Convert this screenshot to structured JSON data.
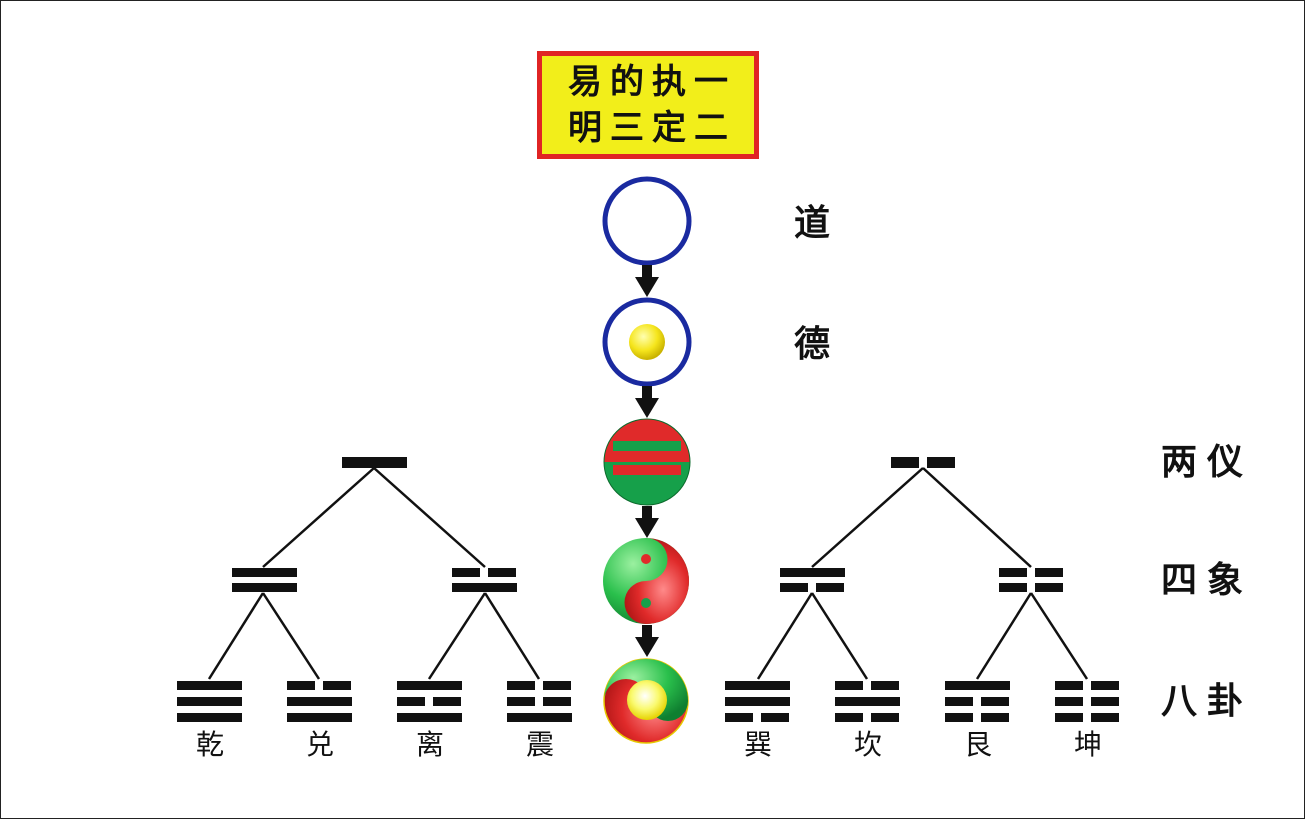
{
  "title": {
    "lines": [
      "易的执一",
      "明三定二"
    ]
  },
  "stages": [
    {
      "label": "道"
    },
    {
      "label": "德"
    },
    {
      "label": "两仪"
    },
    {
      "label": "四象"
    },
    {
      "label": "八卦"
    }
  ],
  "trigrams": [
    {
      "name": "乾"
    },
    {
      "name": "兑"
    },
    {
      "name": "离"
    },
    {
      "name": "震"
    },
    {
      "name": "巽"
    },
    {
      "name": "坎"
    },
    {
      "name": "艮"
    },
    {
      "name": "坤"
    }
  ],
  "colors": {
    "title_bg": "#f2ee1a",
    "title_border": "#e02424",
    "circle_stroke": "#1a2aa0",
    "yolk": "#f5e51c",
    "red": "#e02a2a",
    "green": "#16a04a",
    "line": "#111111"
  }
}
